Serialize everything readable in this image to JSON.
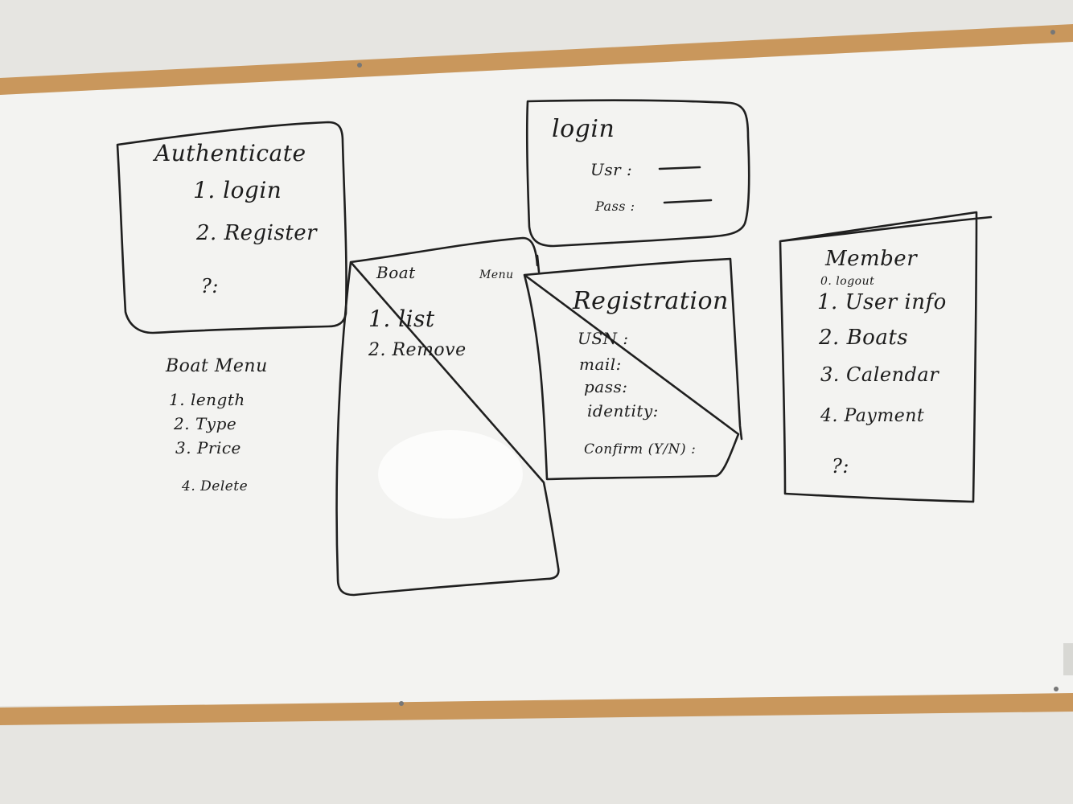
{
  "colors": {
    "wall": "#e9e8e4",
    "board": "#f3f3f1",
    "frame": "#c9975c",
    "ink": "#1f1f1f"
  },
  "authenticate": {
    "title": "Authenticate",
    "items": [
      "1. login",
      "2. Register",
      "?:"
    ]
  },
  "login": {
    "title": "login",
    "user_label": "Usr :",
    "pass_label": "Pass :"
  },
  "boat_menu_left": {
    "title": "Boat Menu",
    "items": [
      "1. length",
      "2. Type",
      "3. Price",
      "4. Delete"
    ]
  },
  "boat_menu_center": {
    "title_left": "Boat",
    "title_right": "Menu",
    "items": [
      "1. list",
      "2. Remove"
    ]
  },
  "registration": {
    "title": "Registration",
    "fields": [
      "USN :",
      "mail:",
      "pass:",
      "identity:",
      "Confirm (Y/N) :"
    ]
  },
  "member": {
    "title": "Member",
    "items": [
      "0. logout",
      "1. User info",
      "2. Boats",
      "3. Calendar",
      "4. Payment",
      "?:"
    ]
  }
}
